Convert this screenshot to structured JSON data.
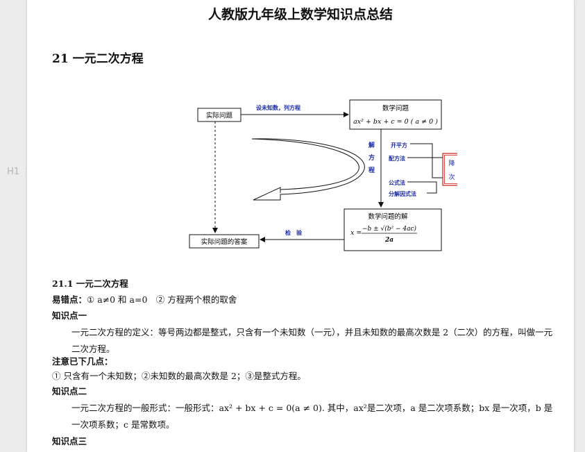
{
  "doc": {
    "title": "人教版九年级上数学知识点总结",
    "chapter_heading": "21 一元二次方程"
  },
  "diagram": {
    "real_problem": "实际问题",
    "set_unknown": "设未知数，列方程",
    "math_problem": "数学问题",
    "equation": "ax² + bx + c = 0 ( a ≠ 0 )",
    "solve_chars": [
      "解",
      "方",
      "程"
    ],
    "methods": [
      "开平方",
      "配方法",
      "公式法",
      "分解因式法"
    ],
    "reduce_chars": [
      "降",
      "次"
    ],
    "solution_box": "数学问题的解",
    "formula_lhs": "x =",
    "formula_num": "−b ± √(b² − 4ac)",
    "formula_den": "2a",
    "check": "检　验",
    "answer": "实际问题的答案"
  },
  "sections": {
    "s211_title": "21.1 一元二次方程",
    "pitfall_label": "易错点：",
    "pitfall_text": "① a≠0 和 a=0　② 方程两个根的取舍",
    "kp1_label": "知识点一",
    "kp1_text": "一元二次方程的定义：等号两边都是整式，只含有一个未知数（一元），并且未知数的最高次数是 2（二次）的方程，叫做一元二次方程。",
    "note_label": "注意已下几点：",
    "note_text": "① 只含有一个未知数；②未知数的最高次数是 2；③是整式方程。",
    "kp2_label": "知识点二",
    "kp2_text": "一元二次方程的一般形式：一般形式：ax² + bx + c = 0(a ≠ 0). 其中，ax²是二次项，a 是二次项系数；bx 是一次项，b 是一次项系数；c 是常数项。",
    "kp3_label": "知识点三"
  },
  "gutter": {
    "heading_marker": "H1"
  },
  "colors": {
    "blue_label": "#1a2aa8",
    "red_box": "#cc1f1f"
  }
}
